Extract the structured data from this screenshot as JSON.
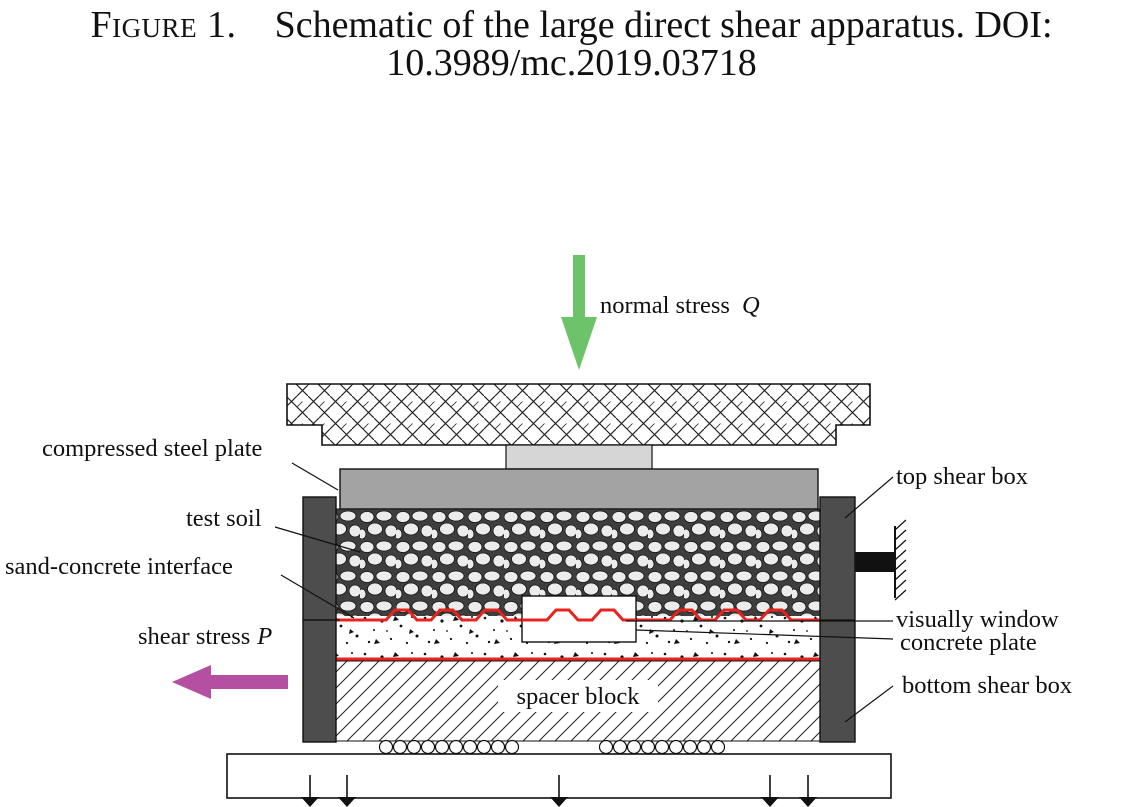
{
  "caption": {
    "figure_label": "Figure 1.",
    "title_line1": "Schematic of the large direct shear apparatus. DOI:",
    "title_line2": "10.3989/mc.2019.03718"
  },
  "labels": {
    "normal_stress": "normal stress",
    "normal_stress_symbol": "Q",
    "compressed_steel_plate": "compressed steel plate",
    "test_soil": "test soil",
    "sand_concrete_interface": "sand-concrete interface",
    "shear_stress": "shear stress",
    "shear_stress_symbol": "P",
    "top_shear_box": "top shear box",
    "visually_window": "visually window",
    "concrete_plate": "concrete plate",
    "bottom_shear_box": "bottom shear box",
    "spacer_block": "spacer block"
  },
  "colors": {
    "normal_arrow": "#6cc36a",
    "shear_arrow": "#b54fa2",
    "interface_line": "#e8231f",
    "box_wall": "#4d4d4d",
    "steel_plate": "#a3a3a3",
    "load_block": "#d6d6d6"
  }
}
